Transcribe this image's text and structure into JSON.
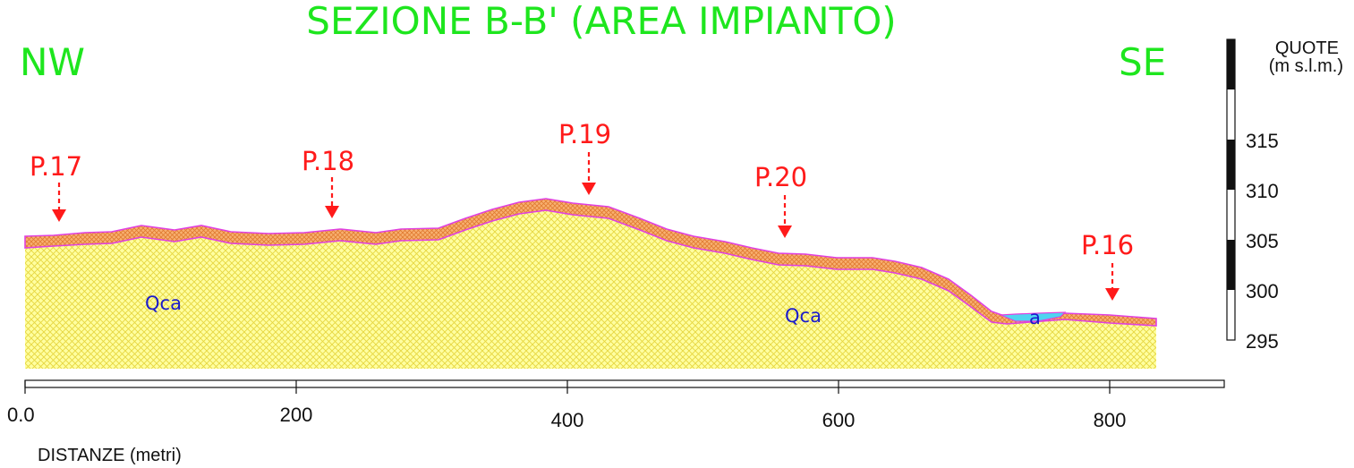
{
  "title": "SEZIONE B-B' (AREA IMPIANTO)",
  "direction_left": "NW",
  "direction_right": "SE",
  "elevation_axis": {
    "label_line1": "QUOTE",
    "label_line2": "(m s.l.m.)",
    "ticks": [
      "315",
      "310",
      "305",
      "300",
      "295"
    ]
  },
  "distance_axis": {
    "label": "DISTANZE (metri)",
    "ticks": [
      "0.0",
      "200",
      "400",
      "600",
      "800"
    ]
  },
  "points": [
    {
      "label": "P.17",
      "distance": 25
    },
    {
      "label": "P.18",
      "distance": 225
    },
    {
      "label": "P.19",
      "distance": 415
    },
    {
      "label": "P.20",
      "distance": 560
    },
    {
      "label": "P.16",
      "distance": 800
    }
  ],
  "units": [
    {
      "label": "Qca",
      "color": "#1a1acc"
    },
    {
      "label": "Qca",
      "color": "#1a1acc"
    },
    {
      "label": "a",
      "color": "#1a1acc"
    }
  ],
  "colors": {
    "title": "#1ee61e",
    "points": "#ff1a1a",
    "bedrock_fill": "#f3f36a",
    "top_layer": "#f4a55a",
    "top_outline": "#e040e0",
    "alluvium": "#4fd4f0"
  }
}
